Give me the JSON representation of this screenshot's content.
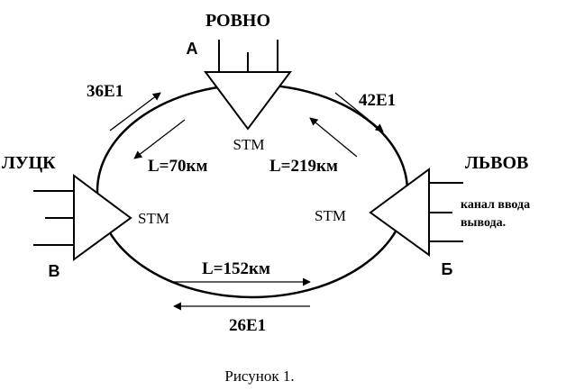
{
  "nodes": {
    "rovno": {
      "city": "РОВНО",
      "letter": "А",
      "equipment": "STM"
    },
    "lutsk": {
      "city": "ЛУЦК",
      "letter": "В",
      "equipment": "STM"
    },
    "lviv": {
      "city": "ЛЬВОВ",
      "letter": "Б",
      "equipment": "STM"
    }
  },
  "links": {
    "rovno_lutsk": {
      "length": "L=70км",
      "traffic": "36E1"
    },
    "rovno_lviv": {
      "length": "L=219км",
      "traffic": "42E1"
    },
    "lutsk_lviv": {
      "length": "L=152км",
      "traffic": "26E1"
    }
  },
  "channel_note": {
    "line1": "канал ввода",
    "line2": "вывода."
  },
  "caption": "Рисунок 1."
}
